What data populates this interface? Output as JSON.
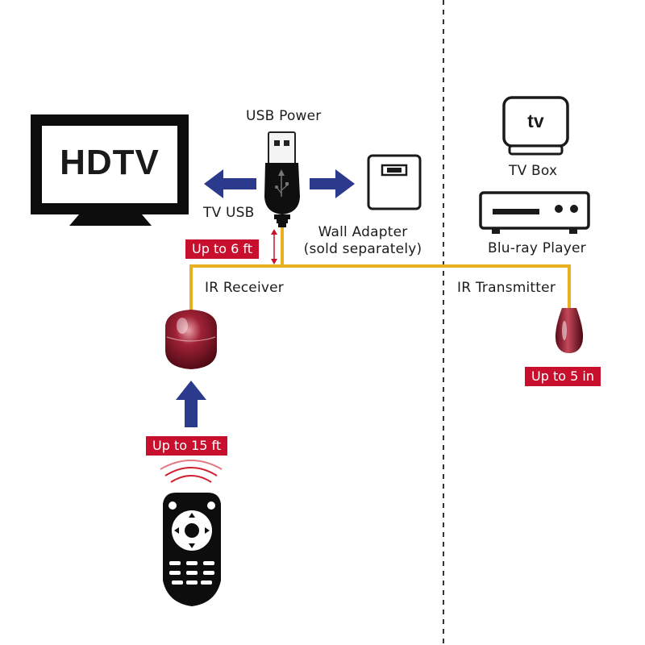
{
  "tv": {
    "screen_text": "HDTV"
  },
  "labels": {
    "usb_power": "USB Power",
    "tv_usb": "TV USB",
    "wall_adapter_line1": "Wall Adapter",
    "wall_adapter_line2": "(sold separately)",
    "ir_receiver": "IR Receiver",
    "ir_transmitter": "IR Transmitter",
    "tv_box": "TV Box",
    "tv_box_icon_text": "tv",
    "bluray_player": "Blu-ray Player"
  },
  "distance_tags": {
    "usb_cable": "Up to 6 ft",
    "transmitter": "Up to 5 in",
    "remote": "Up to 15 ft"
  },
  "colors": {
    "arrow": "#2b3a8c",
    "cable": "#e8b020",
    "tag_bg": "#c8102e",
    "dome": "#7a1020",
    "device": "#111111"
  }
}
